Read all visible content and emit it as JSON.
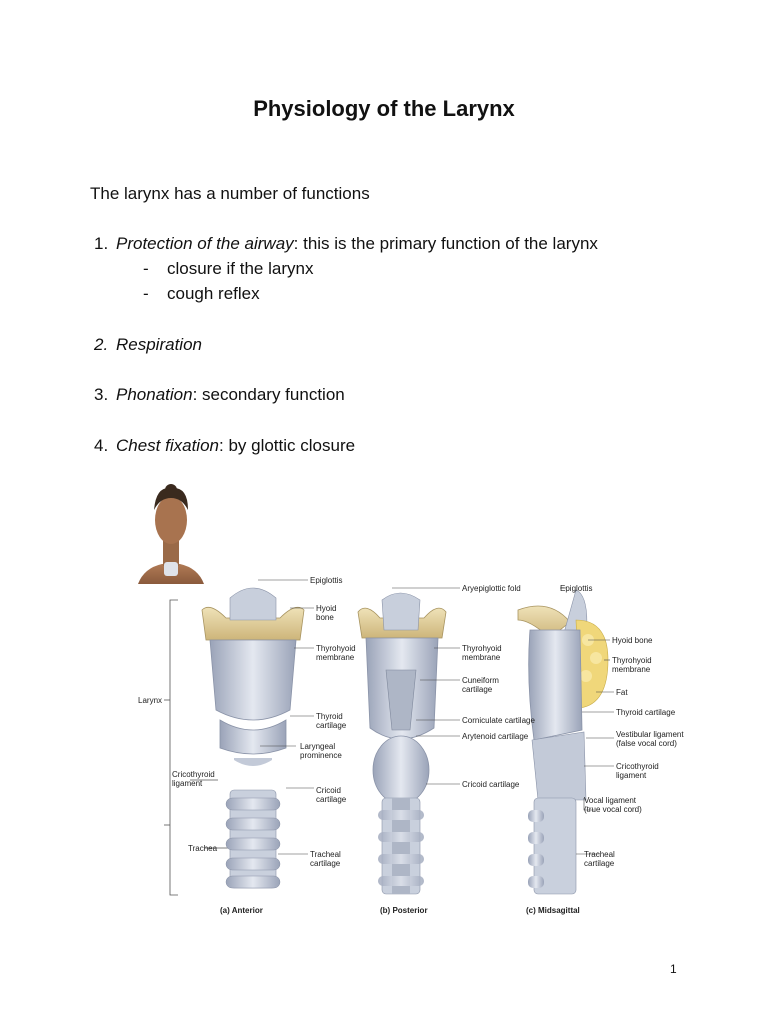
{
  "document": {
    "title": "Physiology of the Larynx",
    "intro": "The larynx has a number of functions",
    "items": [
      {
        "num": "1.",
        "term": "Protection of the airway",
        "rest": ": this is the primary function of the larynx"
      },
      {
        "num": "2.",
        "term": "Respiration",
        "rest": ""
      },
      {
        "num": "3.",
        "term": "Phonation",
        "rest": ": secondary function"
      },
      {
        "num": "4.",
        "term": "Chest fixation",
        "rest": ": by glottic closure"
      }
    ],
    "subitems": [
      {
        "dash": "-",
        "text": "closure if the larynx"
      },
      {
        "dash": "-",
        "text": "cough reflex"
      }
    ],
    "page_number": "1"
  },
  "figure": {
    "labels": {
      "epiglottis_a": "Epiglottis",
      "hyoid_bone_a": "Hyoid\nbone",
      "thyrohyoid_a": "Thyrohyoid\nmembrane",
      "larynx": "Larynx",
      "thyroid_cart_a": "Thyroid\ncartilage",
      "laryngeal_prom": "Laryngeal\nprominence",
      "cricothyroid_lig_a": "Cricothyroid\nligament",
      "cricoid_a": "Cricoid\ncartilage",
      "trachea": "Trachea",
      "tracheal_cart_a": "Tracheal\ncartilage",
      "aryepiglottic": "Aryepiglottic fold",
      "thyrohyoid_b": "Thyrohyoid\nmembrane",
      "cuneiform": "Cuneiform\ncartilage",
      "corniculate": "Corniculate cartilage",
      "arytenoid": "Arytenoid cartilage",
      "cricoid_b": "Cricoid cartilage",
      "epiglottis_c": "Epiglottis",
      "hyoid_bone_c": "Hyoid bone",
      "thyrohyoid_c": "Thyrohyoid\nmembrane",
      "fat": "Fat",
      "thyroid_cart_c": "Thyroid cartilage",
      "vestibular": "Vestibular ligament\n(false vocal cord)",
      "cricothyroid_lig_c": "Cricothyroid ligament",
      "vocal_lig": "Vocal ligament\n(true vocal cord)",
      "tracheal_cart_c": "Tracheal\ncartilage"
    },
    "captions": {
      "anterior": "(a) Anterior",
      "posterior": "(b) Posterior",
      "midsagittal": "(c) Midsagittal"
    }
  }
}
